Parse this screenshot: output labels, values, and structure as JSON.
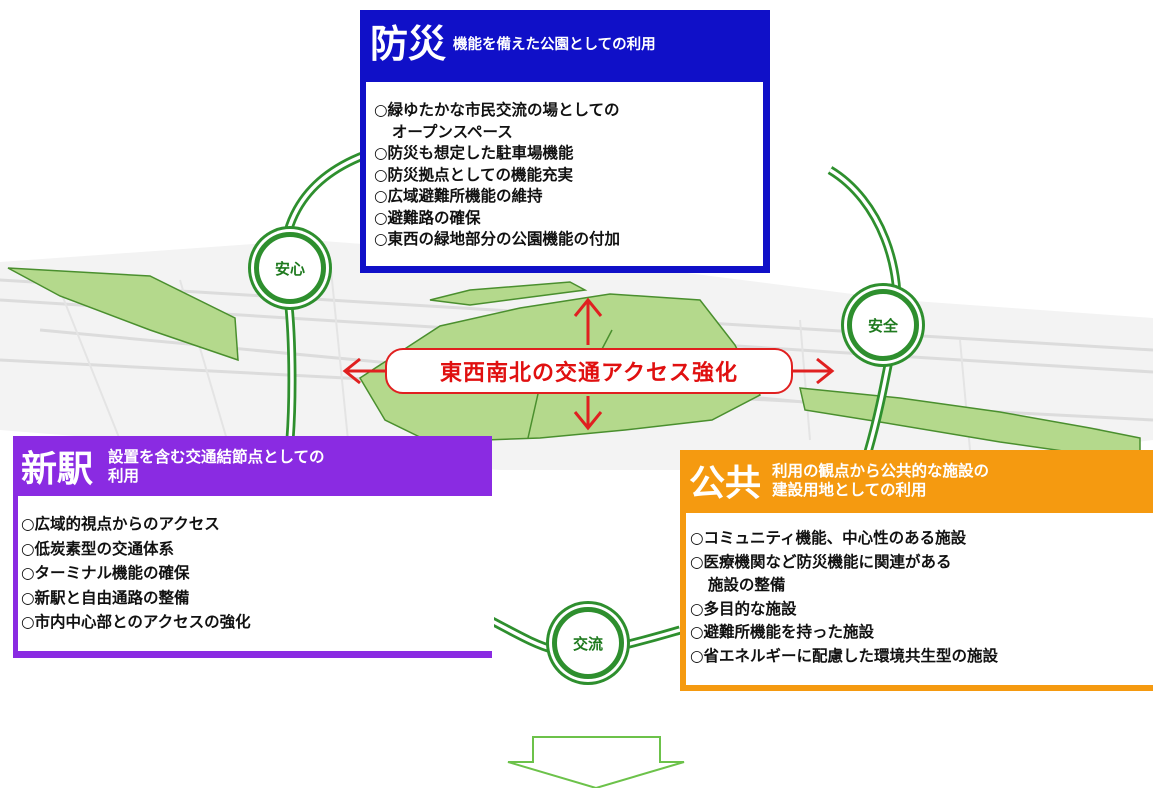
{
  "panels": {
    "bousai": {
      "big": "防災",
      "sub": "機能を備えた公園としての利用",
      "color": "#1010c8",
      "items": [
        {
          "line1": "○緑ゆたかな市民交流の場としての",
          "line2": "オープンスペース"
        },
        {
          "line1": "○防災も想定した駐車場機能"
        },
        {
          "line1": "○防災拠点としての機能充実"
        },
        {
          "line1": "○広域避難所機能の維持"
        },
        {
          "line1": "○避難路の確保"
        },
        {
          "line1": "○東西の緑地部分の公園機能の付加"
        }
      ]
    },
    "shineki": {
      "big": "新駅",
      "sub_line1": "設置を含む交通結節点としての",
      "sub_line2": "利用",
      "color": "#8a2be2",
      "items": [
        "○広域的視点からのアクセス",
        "○低炭素型の交通体系",
        "○ターミナル機能の確保",
        "○新駅と自由通路の整備",
        "○市内中心部とのアクセスの強化"
      ]
    },
    "koukyou": {
      "big": "公共",
      "sub_line1": "利用の観点から公共的な施設の",
      "sub_line2": "建設用地としての利用",
      "color": "#f59a10",
      "items": [
        {
          "line1": "○コミュニティ機能、中心性のある施設"
        },
        {
          "line1": "○医療機関など防災機能に関連がある",
          "line2": "施設の整備"
        },
        {
          "line1": "○多目的な施設"
        },
        {
          "line1": "○避難所機能を持った施設"
        },
        {
          "line1": "○省エネルギーに配慮した環境共生型の施設"
        }
      ]
    }
  },
  "circles": {
    "anshin": "安心",
    "anzen": "安全",
    "kouryuu": "交流"
  },
  "access_label": "東西南北の交通アクセス強化",
  "colors": {
    "ring": "#2e8f2e",
    "arrow": "#e02020",
    "green_area": "#b4d98c",
    "down_arrow": "#6cc24a"
  }
}
